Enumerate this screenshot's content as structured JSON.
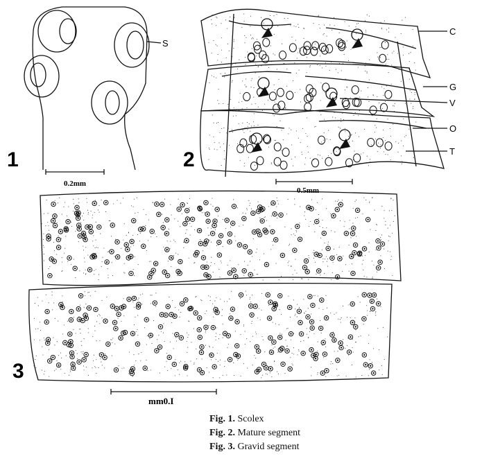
{
  "figures": {
    "fig1": {
      "number": "1",
      "label_s": "S",
      "scale": "0.2mm"
    },
    "fig2": {
      "number": "2",
      "labels": [
        "C",
        "G",
        "V",
        "O",
        "T"
      ],
      "scale": "0.5mm"
    },
    "fig3": {
      "number": "3",
      "scale": "mm0.I"
    }
  },
  "captions": [
    {
      "prefix": "Fig. 1.",
      "text": "Scolex"
    },
    {
      "prefix": "Fig. 2.",
      "text": "Mature segment"
    },
    {
      "prefix": "Fig. 3.",
      "text": "Gravid segment"
    }
  ]
}
